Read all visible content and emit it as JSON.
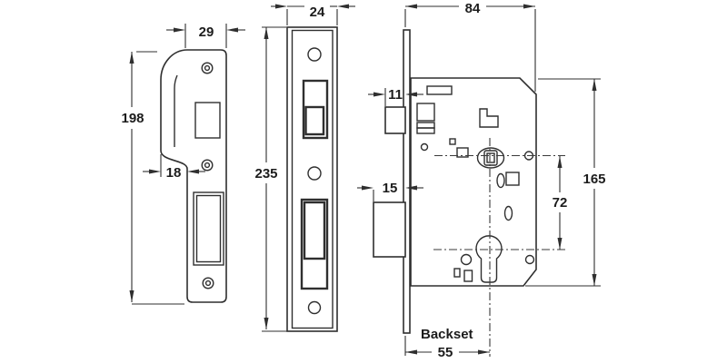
{
  "drawing": {
    "line_color": "#2f2f2f",
    "background": "#ffffff",
    "views": {
      "strike_plate": {
        "width": "29",
        "height": "198",
        "lip": "18"
      },
      "faceplate": {
        "width": "24",
        "height": "235"
      },
      "lock_case": {
        "width": "84",
        "latch": "11",
        "deadbolt": "15",
        "height": "165",
        "centres": "72",
        "backset_label": "Backset",
        "backset_value": "55"
      }
    }
  }
}
